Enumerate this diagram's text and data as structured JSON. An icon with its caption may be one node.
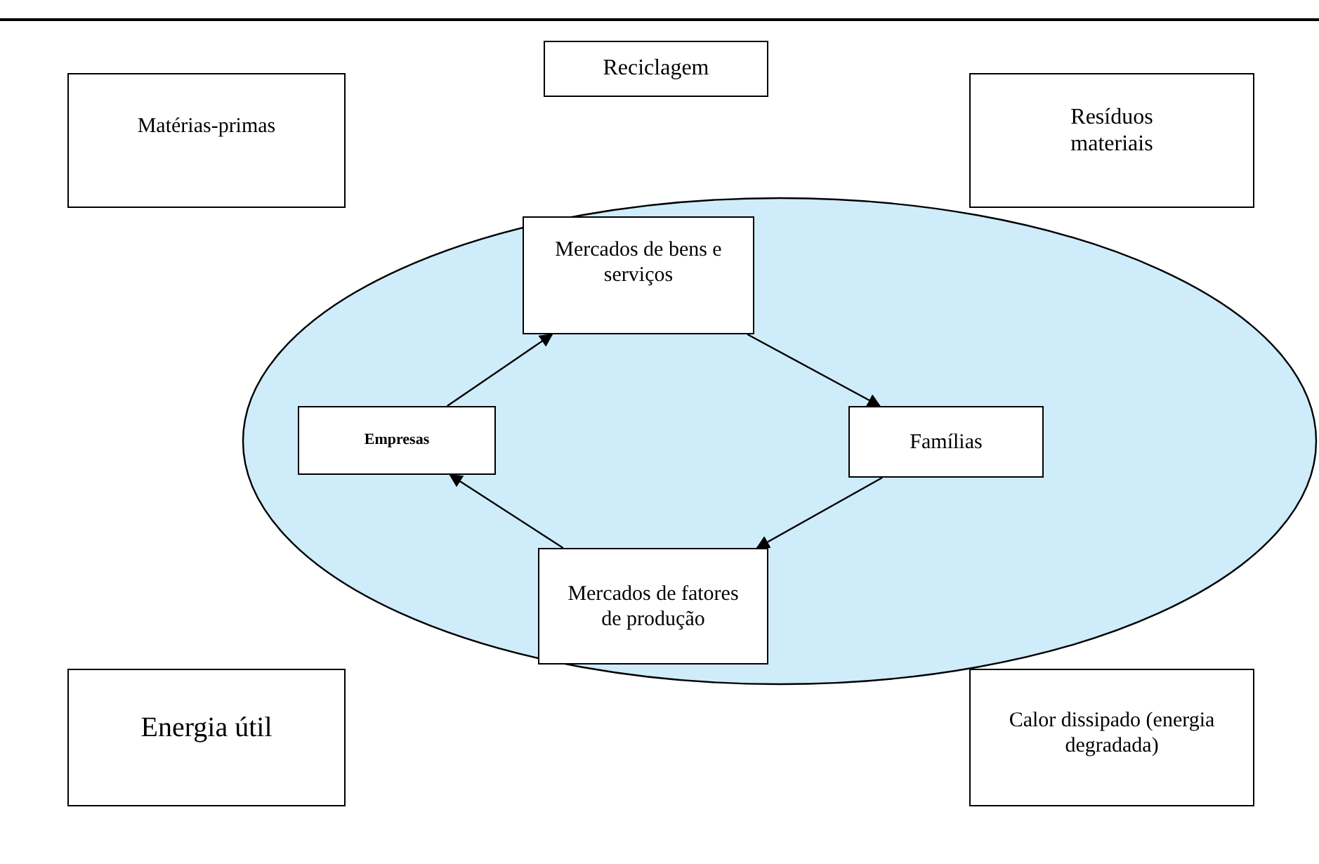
{
  "diagram": {
    "nodes": [
      {
        "text": [
          "Reciclagem"
        ]
      },
      {
        "text": [
          "Matérias-primas"
        ]
      },
      {
        "text": [
          "Resíduos materiais"
        ]
      },
      {
        "text": [],
        "shape": "ellipse"
      },
      {
        "text": [
          "Mercados de bens e serviços"
        ],
        "in": 3
      },
      {
        "text": [
          "Empresas"
        ],
        "in": 3
      },
      {
        "text": [
          "Famílias"
        ],
        "in": 3
      },
      {
        "text": [
          "Mercados de fatores de produção"
        ],
        "in": 3
      },
      {
        "text": [
          "Energia útil"
        ]
      },
      {
        "text": [
          "Calor dissipado (energia degradada)"
        ]
      }
    ],
    "edges": [
      {
        "from": 5,
        "to": 4,
        "arrow": "to"
      },
      {
        "from": 4,
        "to": 6,
        "arrow": "to"
      },
      {
        "from": 6,
        "to": 7,
        "arrow": "to"
      },
      {
        "from": 7,
        "to": 5,
        "arrow": "to"
      }
    ]
  }
}
